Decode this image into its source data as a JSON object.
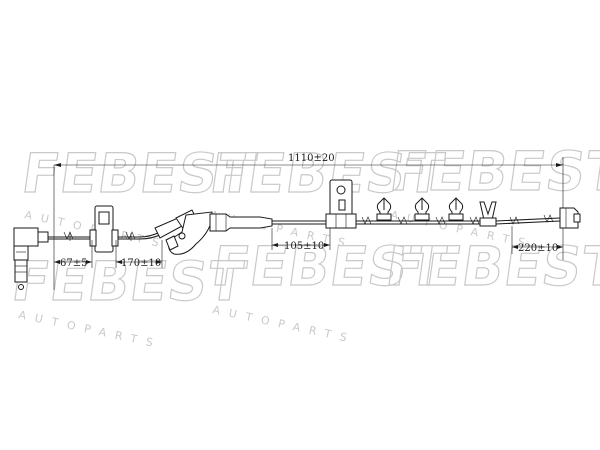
{
  "watermark": {
    "brand": "FEBEST",
    "sub": "AUTOPARTS"
  },
  "dimensions": {
    "total_length": "1110±20",
    "left_end": "67±5",
    "first_segment": "170±10",
    "middle_segment": "105±10",
    "right_end": "220±10"
  }
}
